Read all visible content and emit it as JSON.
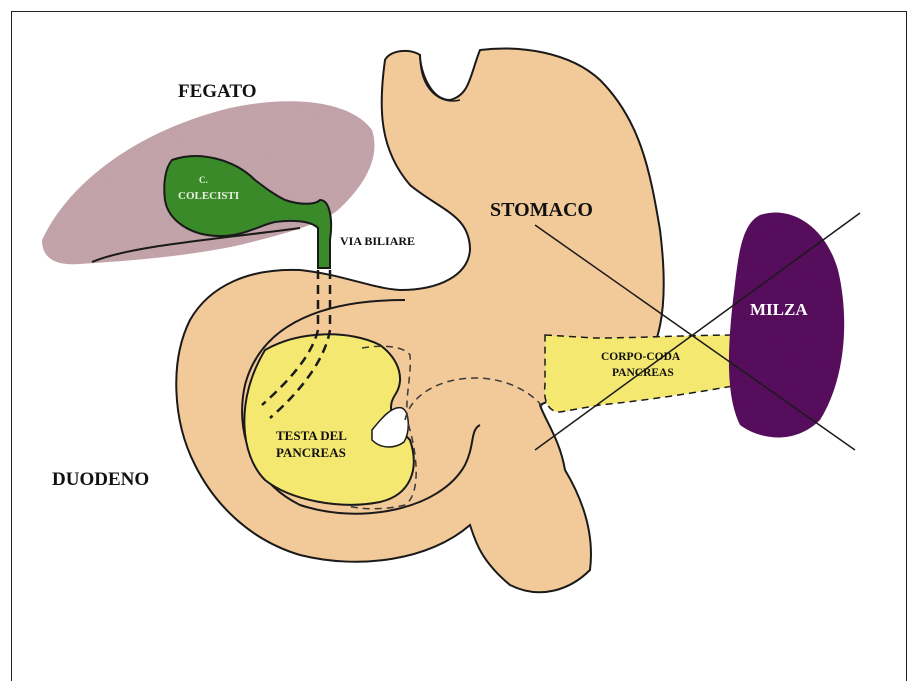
{
  "labels": {
    "fegato": "FEGATO",
    "colecisti": "COLECISTI",
    "colecisti_prefix": "C.",
    "via_biliare": "VIA BILIARE",
    "stomaco": "STOMACO",
    "milza": "MILZA",
    "corpo_coda": "CORPO-CODA",
    "pancreas_tail": "PANCREAS",
    "testa_del": "TESTA DEL",
    "pancreas_head": "PANCREAS",
    "duodeno": "DUODENO"
  },
  "colors": {
    "liver": "#b58a93",
    "gallbladder": "#3b8a2a",
    "organ": "#f2c998",
    "pancreas": "#f4e870",
    "spleen": "#5a1060",
    "outline": "#1a1a1a"
  }
}
